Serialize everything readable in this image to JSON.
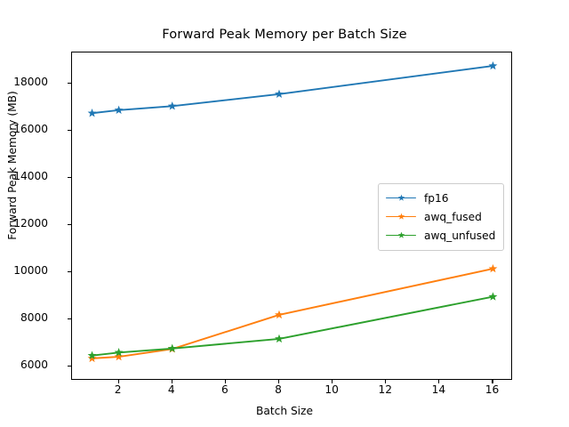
{
  "chart_data": {
    "type": "line",
    "title": "Forward Peak Memory per Batch Size",
    "xlabel": "Batch Size",
    "ylabel": "Forward Peak Memory (MB)",
    "x": [
      1,
      2,
      4,
      8,
      16
    ],
    "xlim": [
      0.25,
      16.75
    ],
    "ylim": [
      5380,
      19330
    ],
    "xticks": [
      2,
      4,
      6,
      8,
      10,
      12,
      14,
      16
    ],
    "xtick_labels": [
      "2",
      "4",
      "6",
      "8",
      "10",
      "12",
      "14",
      "16"
    ],
    "yticks": [
      6000,
      8000,
      10000,
      12000,
      14000,
      16000,
      18000
    ],
    "ytick_labels": [
      "6000",
      "8000",
      "10000",
      "12000",
      "14000",
      "16000",
      "18000"
    ],
    "grid": false,
    "legend_position": "center right",
    "marker": "star",
    "series": [
      {
        "name": "fp16",
        "color": "#1f77b4",
        "values": [
          16750,
          16880,
          17050,
          17560,
          18760
        ]
      },
      {
        "name": "awq_fused",
        "color": "#ff7f0e",
        "values": [
          6330,
          6400,
          6730,
          8180,
          10140
        ]
      },
      {
        "name": "awq_unfused",
        "color": "#2ca02c",
        "values": [
          6450,
          6580,
          6750,
          7160,
          8950
        ]
      }
    ]
  }
}
